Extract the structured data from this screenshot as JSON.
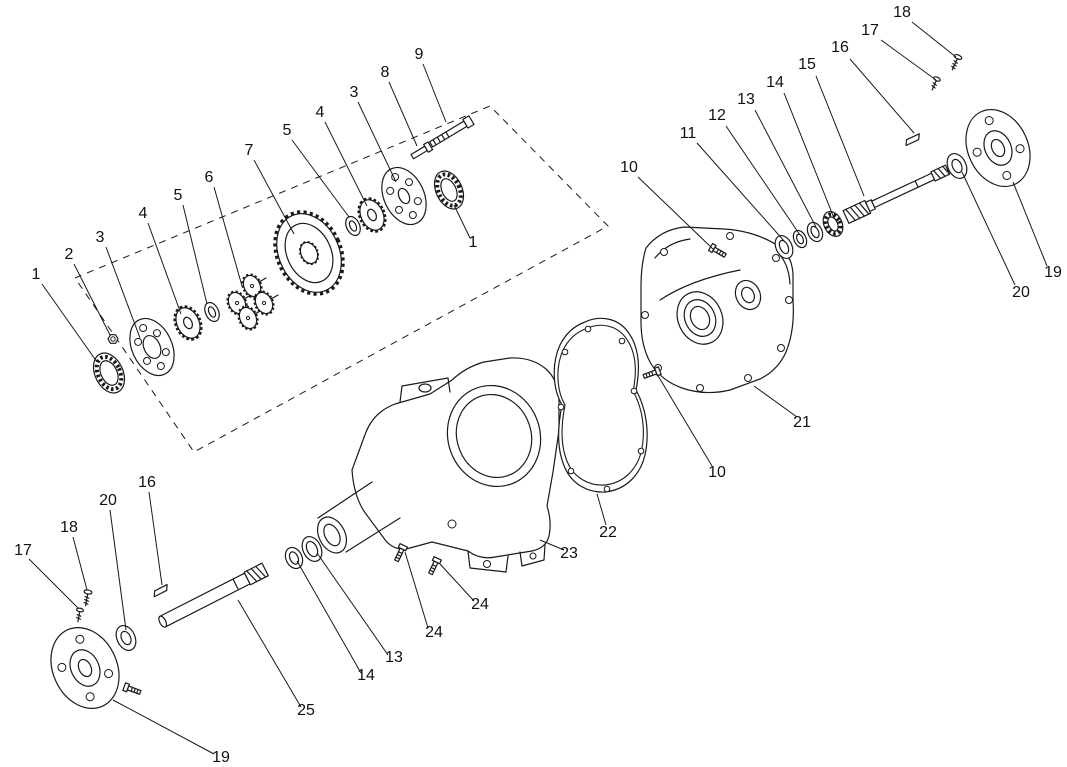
{
  "colors": {
    "background": "#ffffff",
    "line": "#1a1a1a",
    "text": "#111111"
  },
  "callouts": [
    {
      "label": "18"
    },
    {
      "label": "17"
    },
    {
      "label": "16"
    },
    {
      "label": "15"
    },
    {
      "label": "14"
    },
    {
      "label": "13"
    },
    {
      "label": "12"
    },
    {
      "label": "11"
    },
    {
      "label": "10"
    },
    {
      "label": "19"
    },
    {
      "label": "20"
    },
    {
      "label": "21"
    },
    {
      "label": "10"
    },
    {
      "label": "22"
    },
    {
      "label": "23"
    },
    {
      "label": "24"
    },
    {
      "label": "24"
    },
    {
      "label": "1"
    },
    {
      "label": "2"
    },
    {
      "label": "3"
    },
    {
      "label": "4"
    },
    {
      "label": "5"
    },
    {
      "label": "6"
    },
    {
      "label": "7"
    },
    {
      "label": "5"
    },
    {
      "label": "4"
    },
    {
      "label": "3"
    },
    {
      "label": "8"
    },
    {
      "label": "9"
    },
    {
      "label": "1"
    },
    {
      "label": "16"
    },
    {
      "label": "20"
    },
    {
      "label": "18"
    },
    {
      "label": "17"
    },
    {
      "label": "13"
    },
    {
      "label": "14"
    },
    {
      "label": "25"
    },
    {
      "label": "19"
    }
  ]
}
